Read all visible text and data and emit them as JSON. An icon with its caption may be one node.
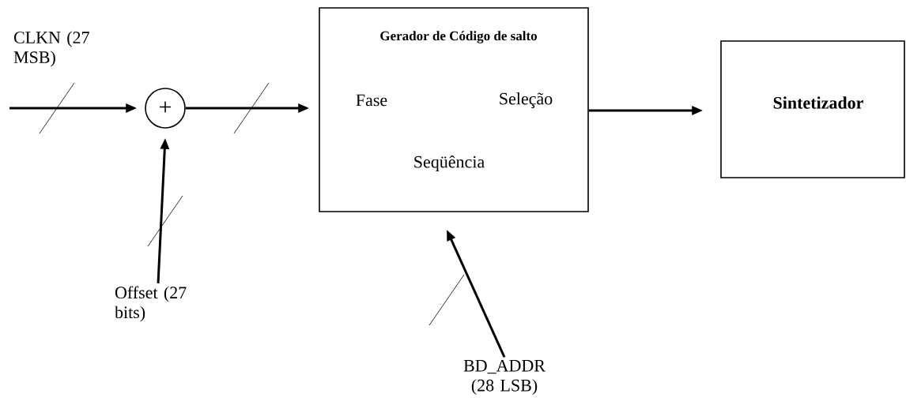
{
  "diagram": {
    "nodes": [
      {
        "text": [
          "+"
        ]
      },
      {
        "text": [
          "Offset (27 bits)"
        ]
      },
      {
        "text": [
          "Gerador de Código de salto",
          "Fase",
          "Seleção",
          "Seqüência"
        ]
      },
      {
        "text": [
          "BD_ADDR (28 LSB)"
        ]
      },
      {
        "text": [
          "Sintetizador"
        ]
      }
    ],
    "edges": [
      {
        "from": null,
        "to": 0,
        "arrow": "to",
        "label": "CLKN (27 MSB)"
      },
      {
        "from": 1,
        "to": 0,
        "arrow": "to"
      },
      {
        "from": 0,
        "to": 2,
        "arrow": "to"
      },
      {
        "from": 3,
        "to": 2,
        "arrow": "to"
      },
      {
        "from": 2,
        "to": 4,
        "arrow": "to"
      }
    ]
  }
}
